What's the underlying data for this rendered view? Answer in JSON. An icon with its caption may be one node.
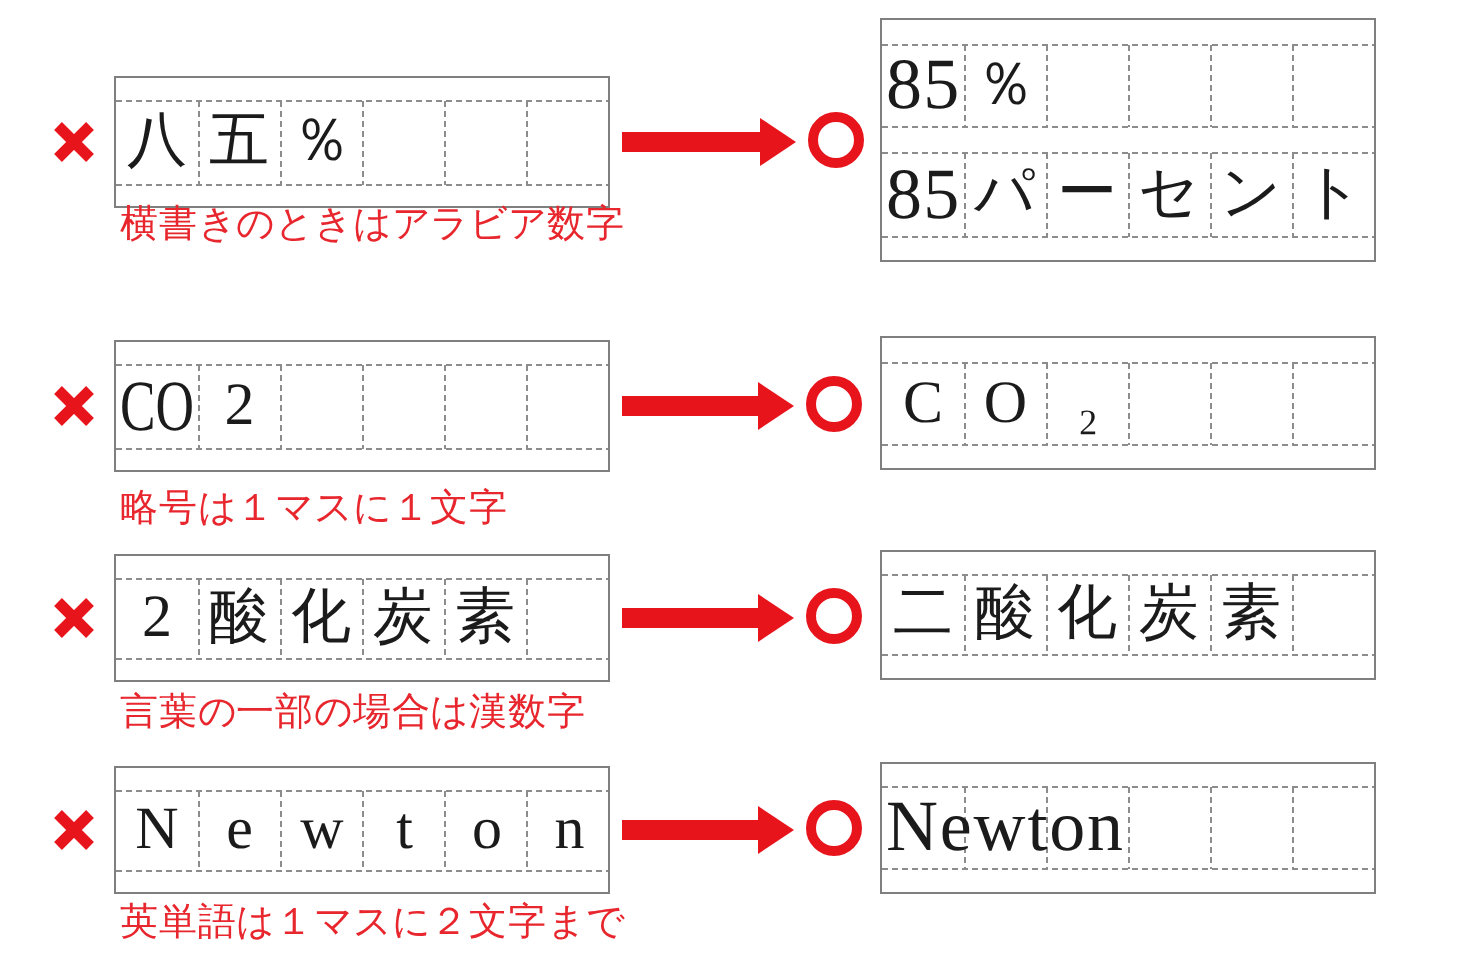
{
  "diagram": {
    "nodes": [
      {
        "text": [
          "八五％"
        ],
        "beside": [
          "横書きのときはアラビア数字"
        ]
      },
      {
        "text": [
          "85％",
          "85パーセント"
        ]
      },
      {
        "text": [
          "CO 2"
        ],
        "beside": [
          "略号は１マスに１文字"
        ]
      },
      {
        "text": [
          "C O ₂"
        ]
      },
      {
        "text": [
          "2酸化炭素"
        ],
        "beside": [
          "言葉の一部の場合は漢数字"
        ]
      },
      {
        "text": [
          "二酸化炭素"
        ]
      },
      {
        "text": [
          "N e w t o n"
        ],
        "beside": [
          "英単語は１マスに２文字まで"
        ]
      },
      {
        "text": [
          "Newton"
        ]
      }
    ],
    "edges": [
      {
        "from": 0,
        "to": 1,
        "arrow": "to"
      },
      {
        "from": 2,
        "to": 3,
        "arrow": "to"
      },
      {
        "from": 4,
        "to": 5,
        "arrow": "to"
      },
      {
        "from": 6,
        "to": 7,
        "arrow": "to"
      }
    ]
  }
}
